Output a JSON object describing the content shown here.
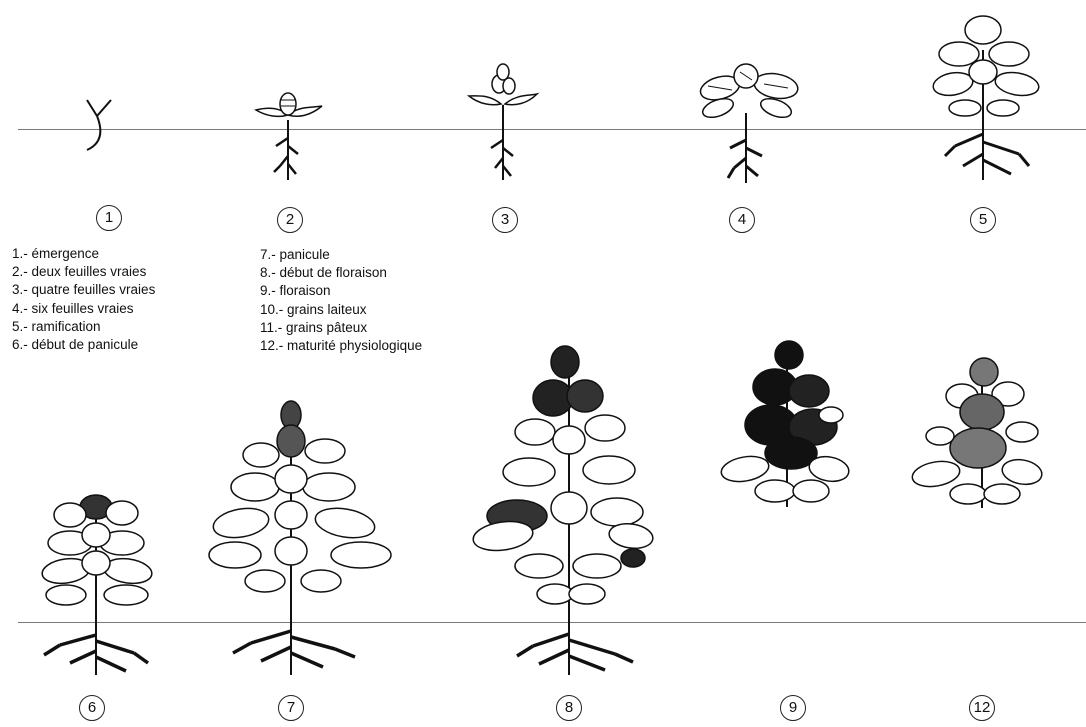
{
  "stages_top": [
    {
      "number": "1"
    },
    {
      "number": "2"
    },
    {
      "number": "3"
    },
    {
      "number": "4"
    },
    {
      "number": "5"
    }
  ],
  "stages_bottom": [
    {
      "number": "6"
    },
    {
      "number": "7"
    },
    {
      "number": "8"
    },
    {
      "number": "9"
    },
    {
      "number": "12"
    }
  ],
  "legend_left": [
    "1.- émergence",
    "2.- deux feuilles vraies",
    "3.- quatre feuilles vraies",
    "4.- six feuilles vraies",
    "5.- ramification",
    "6.- début de panicule"
  ],
  "legend_right": [
    "7.- panicule",
    "8.- début de floraison",
    "9.- floraison",
    "10.- grains laiteux",
    "11.- grains pâteux",
    "12.- maturité physiologique"
  ]
}
